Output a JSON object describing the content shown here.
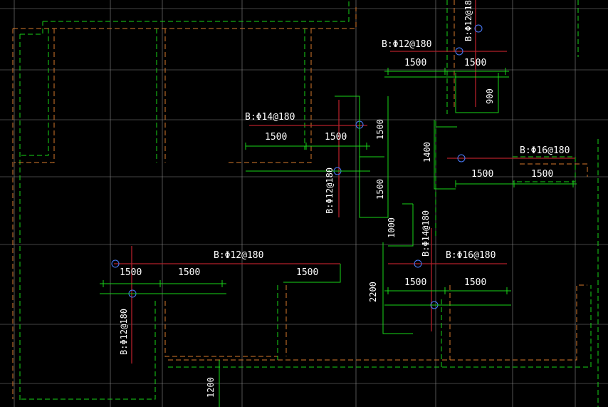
{
  "drawing": {
    "labels": {
      "l1": "B:Φ12@180",
      "l2": "B:Φ12@180",
      "l3": "B:Φ14@180",
      "l4": "B:Φ16@180",
      "l5": "B:Φ12@180",
      "l6": "B:Φ12@180",
      "l7": "B:Φ14@180",
      "l8": "B:Φ16@180",
      "l9": "B:Φ12@180"
    },
    "dims": {
      "d1": "1500",
      "d2": "1500",
      "d3": "900",
      "d4": "1500",
      "d5": "1500",
      "d6": "1500",
      "d7": "1500",
      "d8": "1400",
      "d9": "1500",
      "d10": "1500",
      "d11": "1000",
      "d12": "1500",
      "d13": "1500",
      "d14": "1500",
      "d15": "1500",
      "d16": "1500",
      "d17": "2200",
      "d18": "1200"
    }
  }
}
